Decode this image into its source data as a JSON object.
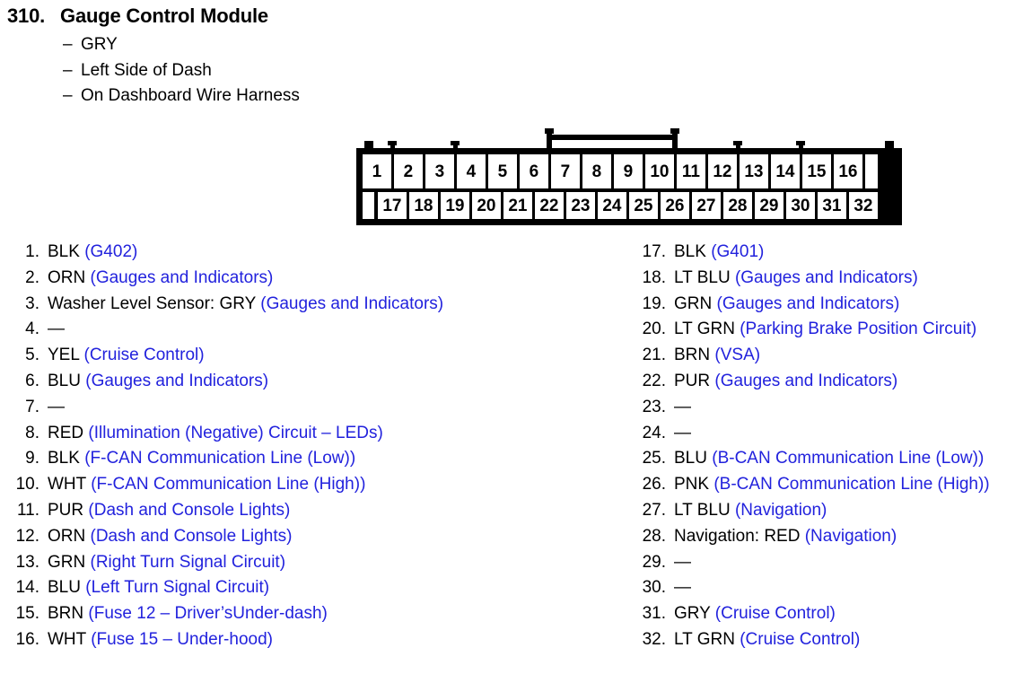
{
  "header": {
    "number": "310.",
    "title": "Gauge Control Module",
    "bullets": [
      "GRY",
      "Left Side of Dash",
      "On Dashboard Wire Harness"
    ],
    "dash": "–"
  },
  "connector": {
    "top_row": [
      "1",
      "2",
      "3",
      "4",
      "5",
      "6",
      "7",
      "8",
      "9",
      "10",
      "11",
      "12",
      "13",
      "14",
      "15",
      "16"
    ],
    "bottom_row": [
      "17",
      "18",
      "19",
      "20",
      "21",
      "22",
      "23",
      "24",
      "25",
      "26",
      "27",
      "28",
      "29",
      "30",
      "31",
      "32"
    ]
  },
  "colors": {
    "description_blue": "#2222dd",
    "wire_black": "#000000"
  },
  "pins": {
    "left": [
      {
        "num": "1.",
        "wire": "BLK",
        "desc": "(G402)"
      },
      {
        "num": "2.",
        "wire": "ORN",
        "desc": "(Gauges and Indicators)"
      },
      {
        "num": "3.",
        "wire": "Washer Level Sensor: GRY",
        "desc": "(Gauges and Indicators)"
      },
      {
        "num": "4.",
        "wire": "—",
        "desc": ""
      },
      {
        "num": "5.",
        "wire": "YEL",
        "desc": "(Cruise Control)"
      },
      {
        "num": "6.",
        "wire": "BLU",
        "desc": "(Gauges and Indicators)"
      },
      {
        "num": "7.",
        "wire": "—",
        "desc": ""
      },
      {
        "num": "8.",
        "wire": "RED",
        "desc": "(Illumination (Negative) Circuit – LEDs)"
      },
      {
        "num": "9.",
        "wire": "BLK",
        "desc": "(F-CAN Communication Line (Low))"
      },
      {
        "num": "10.",
        "wire": "WHT",
        "desc": "(F-CAN Communication Line (High))"
      },
      {
        "num": "11.",
        "wire": "PUR",
        "desc": "(Dash and Console Lights)"
      },
      {
        "num": "12.",
        "wire": "ORN",
        "desc": "(Dash and Console Lights)"
      },
      {
        "num": "13.",
        "wire": "GRN",
        "desc": "(Right Turn Signal Circuit)"
      },
      {
        "num": "14.",
        "wire": "BLU",
        "desc": "(Left Turn Signal Circuit)"
      },
      {
        "num": "15.",
        "wire": "BRN",
        "desc": "(Fuse 12 – Driver’sUnder-dash)"
      },
      {
        "num": "16.",
        "wire": "WHT",
        "desc": "(Fuse 15 – Under-hood)"
      }
    ],
    "right": [
      {
        "num": "17.",
        "wire": "BLK",
        "desc": "(G401)"
      },
      {
        "num": "18.",
        "wire": "LT BLU",
        "desc": "(Gauges and Indicators)"
      },
      {
        "num": "19.",
        "wire": "GRN",
        "desc": "(Gauges and Indicators)"
      },
      {
        "num": "20.",
        "wire": "LT GRN",
        "desc": "(Parking Brake Position Circuit)"
      },
      {
        "num": "21.",
        "wire": "BRN",
        "desc": "(VSA)"
      },
      {
        "num": "22.",
        "wire": "PUR",
        "desc": "(Gauges and Indicators)"
      },
      {
        "num": "23.",
        "wire": "—",
        "desc": ""
      },
      {
        "num": "24.",
        "wire": "—",
        "desc": ""
      },
      {
        "num": "25.",
        "wire": "BLU",
        "desc": "(B-CAN Communication Line (Low))"
      },
      {
        "num": "26.",
        "wire": "PNK",
        "desc": "(B-CAN Communication Line (High))"
      },
      {
        "num": "27.",
        "wire": "LT BLU",
        "desc": "(Navigation)"
      },
      {
        "num": "28.",
        "wire": "Navigation: RED",
        "desc": "(Navigation)"
      },
      {
        "num": "29.",
        "wire": "—",
        "desc": ""
      },
      {
        "num": "30.",
        "wire": "—",
        "desc": ""
      },
      {
        "num": "31.",
        "wire": "GRY",
        "desc": "(Cruise Control)"
      },
      {
        "num": "32.",
        "wire": "LT GRN",
        "desc": "(Cruise Control)"
      }
    ]
  }
}
